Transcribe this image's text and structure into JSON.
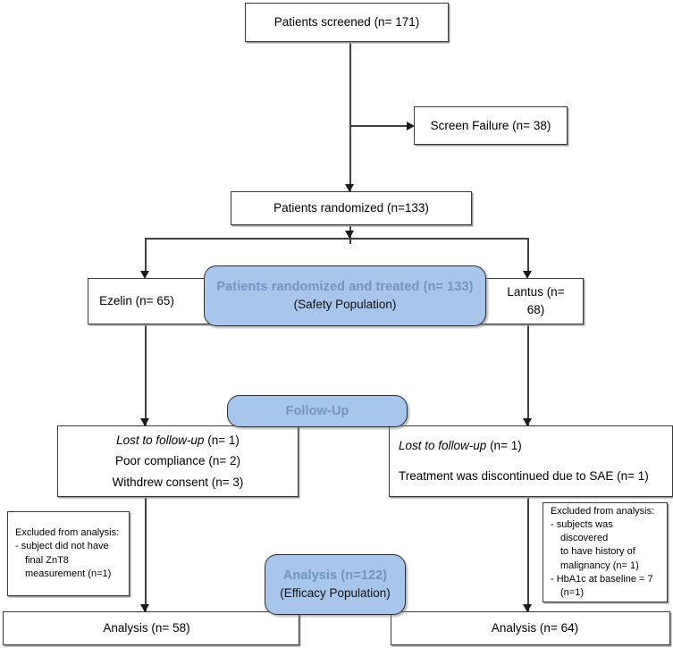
{
  "diagram": {
    "title": "CONSORT participant flow diagram",
    "accent_blue": "#a8c6ec",
    "accent_text_blue": "#7494c0",
    "line_color": "#404040"
  },
  "nodes": {
    "screened": "Patients screened (n= 171)",
    "screen_failure": "Screen Failure (n= 38)",
    "randomized": "Patients randomized (n=133)",
    "ezelin": "Ezelin (n= 65)",
    "lantus": "Lantus (n= 68)",
    "safety_pill": {
      "title": "Patients randomized  and treated (n= 133)",
      "subtitle": "(Safety Population)"
    },
    "followup_pill": {
      "title": "Follow-Up"
    },
    "analysis_pill": {
      "title": "Analysis (n=122)",
      "subtitle": "(Efficacy Population)"
    },
    "left_followup": {
      "line1_italic": "Lost to follow-up",
      "line1_rest": " (n= 1)",
      "line2": "Poor compliance (n= 2)",
      "line3": "Withdrew consent (n= 3)"
    },
    "right_followup": {
      "line1_italic": "Lost to follow-up",
      "line1_rest": " (n= 1)",
      "line2": "Treatment was discontinued due to SAE (n= 1)"
    },
    "left_excluded": {
      "heading": "Excluded from analysis:",
      "item1": "-  subject did not have",
      "item1_cont1": "final ZnT8",
      "item1_cont2": "measurement (n=1)"
    },
    "right_excluded": {
      "heading": "Excluded from analysis:",
      "item1": "-  subjects was discovered",
      "item1_cont1": "to have history of",
      "item1_cont2": "malignancy (n= 1)",
      "item2": "-  HbA1c at baseline = 7",
      "item2_cont1": "(n=1)"
    },
    "analysis_left": "Analysis (n= 58)",
    "analysis_right": "Analysis (n= 64)"
  }
}
